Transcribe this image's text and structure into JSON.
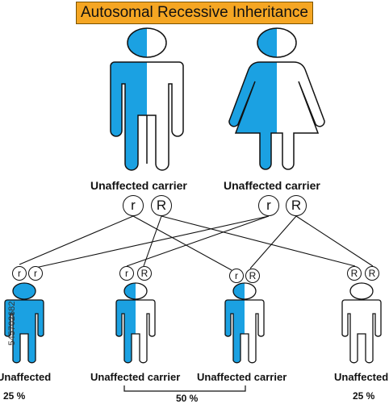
{
  "title": "Autosomal Recessive Inheritance",
  "colors": {
    "affected": "#1ba1e2",
    "outline": "#111111",
    "title_bg": "#f5a623"
  },
  "parents": [
    {
      "sex": "male",
      "status": "Unaffected carrier",
      "alleles": [
        "r",
        "R"
      ]
    },
    {
      "sex": "female",
      "status": "Unaffected carrier",
      "alleles": [
        "r",
        "R"
      ]
    }
  ],
  "children": [
    {
      "status": "Unaffected",
      "alleles": [
        "r",
        "r"
      ],
      "fill": "full",
      "percent": "25 %"
    },
    {
      "status": "Unaffected carrier",
      "alleles": [
        "r",
        "R"
      ],
      "fill": "half"
    },
    {
      "status": "Unaffected carrier",
      "alleles": [
        "r",
        "R"
      ],
      "fill": "half"
    },
    {
      "status": "Unaffected",
      "alleles": [
        "R",
        "R"
      ],
      "fill": "none",
      "percent": "25 %"
    }
  ],
  "carrier_percent": "50 %",
  "watermark": "545702682"
}
